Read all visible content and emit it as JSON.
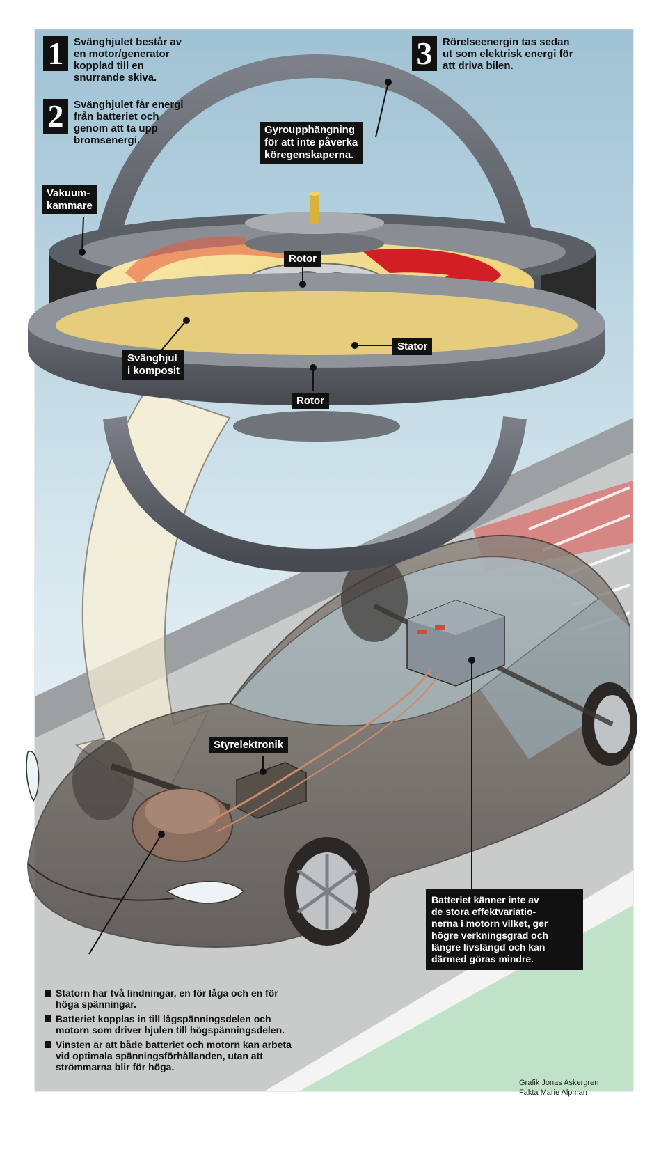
{
  "steps": [
    {
      "num": "1",
      "text": "Svänghjulet består av\nen motor/generator\nkopplad till en\nsnurrande skiva."
    },
    {
      "num": "2",
      "text": "Svänghjulet får energi\nfrån batteriet och\ngenom att ta upp\nbromsenergi."
    },
    {
      "num": "3",
      "text": "Rörelseenergin tas sedan\nut som elektrisk energi för\natt driva bilen."
    }
  ],
  "labels": {
    "gyro": "Gyroupphängning\nför att inte påverka\nköregenskaperna.",
    "vacuum": "Vakuum-\nkammare",
    "rotor_top": "Rotor",
    "stator": "Stator",
    "flywheel": "Svänghjul\ni komposit",
    "rotor_bottom": "Rotor",
    "control": "Styrelektronik",
    "battery": "Batteriet känner inte av\nde stora effektvariatio-\nnerna i motorn vilket, ger\nhögre verkningsgrad och\nlängre livslängd och kan\ndärmed göras mindre."
  },
  "facts": [
    "Statorn har två lindningar, en för låga och en för höga spänningar.",
    "Batteriet kopplas in till lågspänningsdelen och motorn som driver hjulen till högspänningsdelen.",
    "Vinsten är att både batteriet och motorn kan arbeta vid optimala spänningsförhållanden, utan att strömmarna blir för höga."
  ],
  "credits": {
    "graphic": "Grafik Jonas Askergren",
    "facts": "Fakta Marie Alpman"
  },
  "colors": {
    "sky_top": "#a9c9d8",
    "sky_bottom": "#e8f1f4",
    "ring": "#5c6068",
    "disc": "#f4dc8a",
    "spin_arrow": "#d8282c",
    "car_body": "#6e6660",
    "road": "#b7b7b7",
    "grass": "#bfe2c8",
    "label_bg": "#111111"
  }
}
